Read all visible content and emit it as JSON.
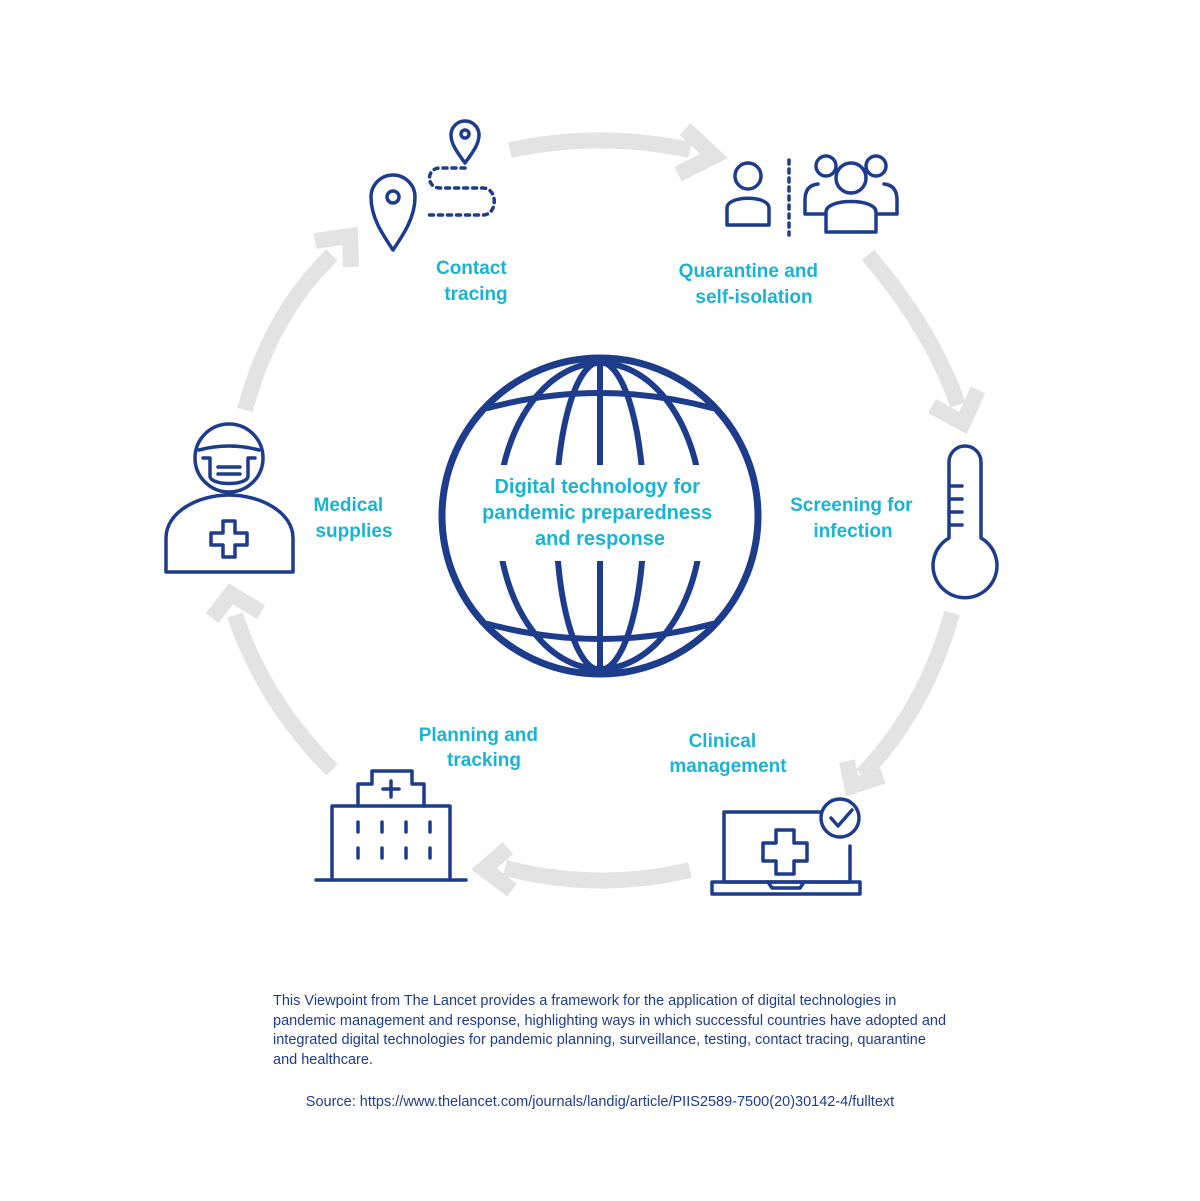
{
  "center": {
    "lines": [
      "Digital technology for",
      "pandemic preparedness",
      "and response"
    ],
    "icon": "globe-icon"
  },
  "nodes": {
    "contact_tracing": {
      "lines": [
        "Contact",
        "tracing"
      ],
      "icon": "location-route-icon"
    },
    "quarantine": {
      "lines": [
        "Quarantine and",
        "self-isolation"
      ],
      "icon": "person-and-group-icon"
    },
    "screening": {
      "lines": [
        "Screening for",
        "infection"
      ],
      "icon": "thermometer-icon"
    },
    "clinical": {
      "lines": [
        "Clinical",
        "management"
      ],
      "icon": "laptop-medical-check-icon"
    },
    "planning": {
      "lines": [
        "Planning and",
        "tracking"
      ],
      "icon": "hospital-icon"
    },
    "medical": {
      "lines": [
        "Medical",
        "supplies"
      ],
      "icon": "masked-medic-icon"
    }
  },
  "footer": {
    "description": "This Viewpoint from The Lancet provides a framework for the application of digital technologies in pandemic management and response, highlighting ways in which successful countries have adopted and integrated digital technologies for pandemic planning, surveillance, testing, contact tracing, quarantine and healthcare.",
    "source": "Source: https://www.thelancet.com/journals/landig/article/PIIS2589-7500(20)30142-4/fulltext"
  },
  "colors": {
    "icon_navy": "#1e3c8c",
    "label_cyan": "#1ab3d1",
    "arrow_grey": "#e3e3e3"
  }
}
